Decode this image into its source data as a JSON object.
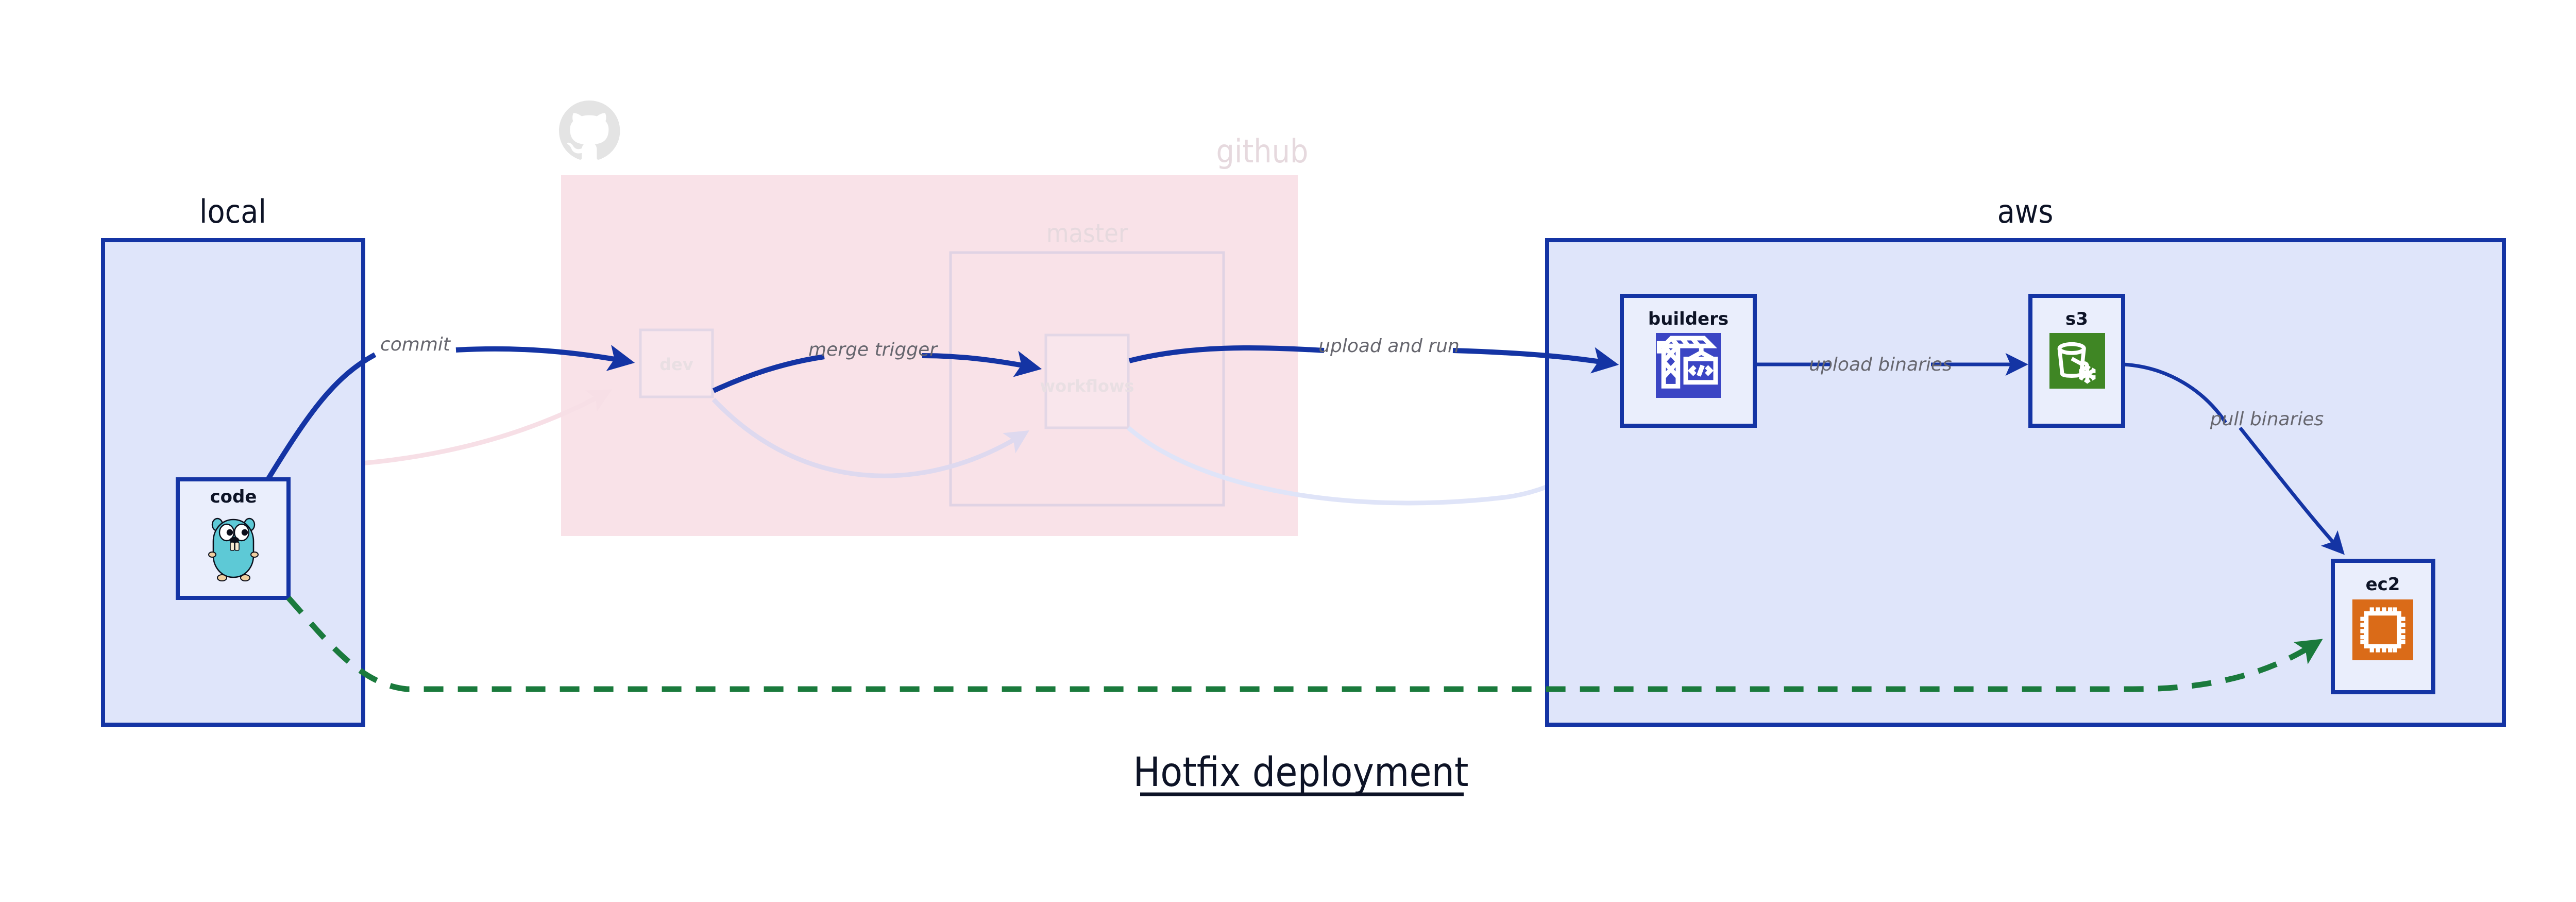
{
  "diagram": {
    "caption": "Hotfix deployment",
    "clusters": [
      {
        "id": "local",
        "label": "local",
        "faded": false
      },
      {
        "id": "github",
        "label": "github",
        "faded": true
      },
      {
        "id": "aws",
        "label": "aws",
        "faded": false
      }
    ],
    "subclusters": [
      {
        "id": "master",
        "label": "master",
        "parent": "github",
        "faded": true
      }
    ],
    "nodes": [
      {
        "id": "code",
        "label": "code",
        "cluster": "local",
        "icon": "go-gopher-icon",
        "faded": false
      },
      {
        "id": "dev",
        "label": "dev",
        "cluster": "github",
        "icon": "none",
        "faded": true
      },
      {
        "id": "workflows",
        "label": "workflows",
        "cluster": "master",
        "icon": "none",
        "faded": true
      },
      {
        "id": "builders",
        "label": "builders",
        "cluster": "aws",
        "icon": "aws-codebuild-icon",
        "faded": false
      },
      {
        "id": "s3",
        "label": "s3",
        "cluster": "aws",
        "icon": "aws-s3-glacier-icon",
        "faded": false
      },
      {
        "id": "ec2",
        "label": "ec2",
        "cluster": "aws",
        "icon": "aws-ec2-chip-icon",
        "faded": false
      }
    ],
    "edges": [
      {
        "id": "commit",
        "from": "code",
        "to": "dev",
        "label": "commit",
        "style": "solid",
        "color": "#1434a4",
        "faded": false
      },
      {
        "id": "merge-trigger",
        "from": "dev",
        "to": "workflows",
        "label": "merge trigger",
        "style": "solid",
        "color": "#1434a4",
        "faded": false
      },
      {
        "id": "upload-and-run",
        "from": "workflows",
        "to": "builders",
        "label": "upload and run",
        "style": "solid",
        "color": "#1434a4",
        "faded": false
      },
      {
        "id": "upload-binaries",
        "from": "builders",
        "to": "s3",
        "label": "upload binaries",
        "style": "solid",
        "color": "#1434a4",
        "faded": false
      },
      {
        "id": "pull-binaries",
        "from": "s3",
        "to": "ec2",
        "label": "pull binaries",
        "style": "solid",
        "color": "#1434a4",
        "faded": false
      },
      {
        "id": "hotfix-direct",
        "from": "code",
        "to": "ec2",
        "label": "",
        "style": "dashed",
        "color": "#1a7a3c",
        "faded": false
      },
      {
        "id": "faded-return-a",
        "from": "code",
        "to": "dev",
        "label": "",
        "style": "solid",
        "color": "#f7dfe6",
        "faded": true
      },
      {
        "id": "faded-return-b",
        "from": "dev",
        "to": "workflows",
        "label": "",
        "style": "solid",
        "color": "#ded9ef",
        "faded": true
      },
      {
        "id": "faded-return-c",
        "from": "workflows",
        "to": "builders",
        "label": "",
        "style": "solid",
        "color": "#dfe4f8",
        "faded": true
      }
    ],
    "icons": {
      "github_logo": "github-octocat-icon"
    },
    "colors": {
      "accent_blue": "#1434a4",
      "cluster_fill_blue": "#dfe5fa",
      "cluster_fill_pink": "#f9e2e8",
      "node_fill": "#eaeefc",
      "green_dashed": "#1a7a3c",
      "builders_icon_bg": "#3b45c4",
      "s3_icon_bg": "#3f8624",
      "ec2_icon_bg": "#da6b18",
      "label_gray": "#66666e"
    }
  }
}
